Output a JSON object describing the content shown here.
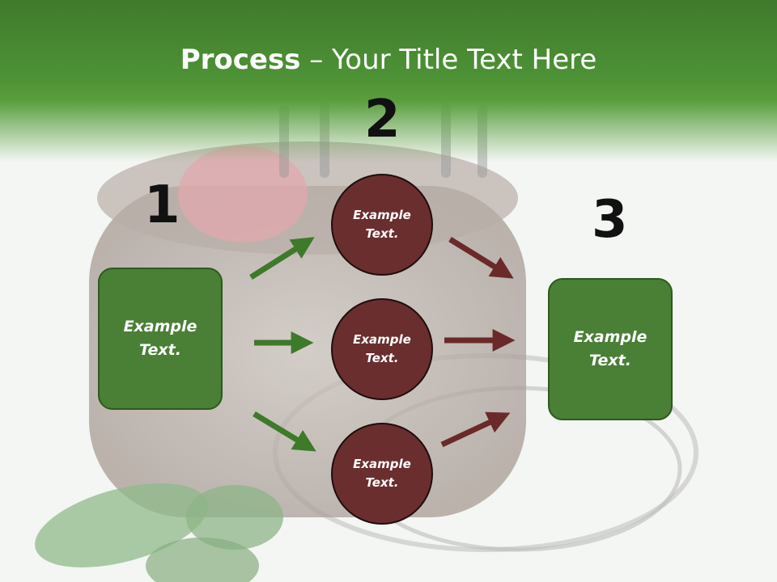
{
  "slide": {
    "title_bold": "Process",
    "title_rest": " – Your Title Text Here"
  },
  "steps": {
    "step1_number": "1",
    "step2_number": "2",
    "step3_number": "3"
  },
  "boxes": {
    "left_text_line1": "Example",
    "left_text_line2": "Text.",
    "right_text_line1": "Example",
    "right_text_line2": "Text."
  },
  "circles": [
    {
      "line1": "Example",
      "line2": "Text."
    },
    {
      "line1": "Example",
      "line2": "Text."
    },
    {
      "line1": "Example",
      "line2": "Text."
    }
  ],
  "colors": {
    "header_green": "#4e9336",
    "box_green": "#4a7f36",
    "circle_brown": "#6a2e2e",
    "arrow_green": "#3d7a2a",
    "arrow_brown": "#6a2a2a"
  }
}
